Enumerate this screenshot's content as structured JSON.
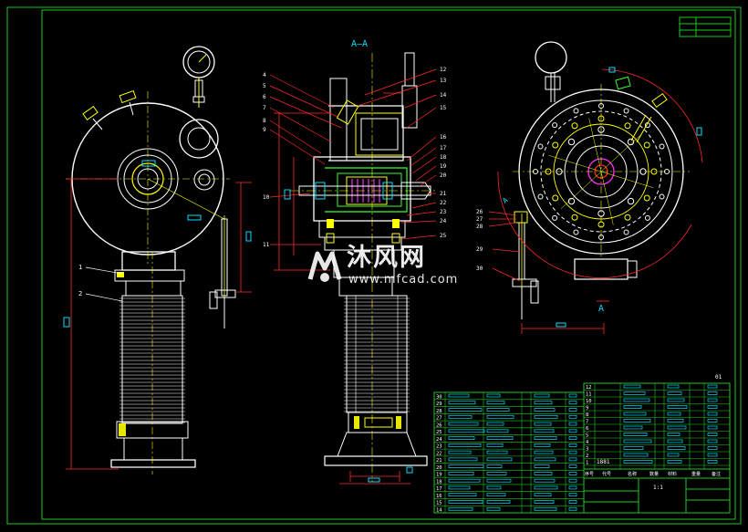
{
  "section_label": "A–A",
  "view_label": "A",
  "view_arrow_label": "A",
  "callouts_left": [
    "1",
    "2"
  ],
  "callouts_middle_left": [
    "4",
    "5",
    "6",
    "7",
    "8",
    "9",
    "10",
    "11"
  ],
  "callouts_middle_right": [
    "12",
    "13",
    "14",
    "15",
    "16",
    "17",
    "18",
    "19",
    "20",
    "21",
    "22",
    "23",
    "24",
    "25"
  ],
  "callouts_right": [
    "26",
    "27",
    "28",
    "29",
    "30"
  ],
  "bom_left_rows": [
    "30",
    "29",
    "28",
    "27",
    "26",
    "25",
    "24",
    "23",
    "22",
    "21",
    "20",
    "19",
    "18",
    "17",
    "16",
    "15",
    "14"
  ],
  "bom_right_rows": [
    "12",
    "11",
    "10",
    "9",
    "8",
    "7",
    "6",
    "5",
    "4",
    "3",
    "2",
    "1"
  ],
  "bom_header": [
    "序号",
    "代号",
    "名称",
    "数量",
    "材料",
    "重量",
    "备注"
  ],
  "sheet_mark": "01",
  "bom_mid_text": "1881",
  "title_scale": "1:1",
  "watermark": {
    "name": "沐风网",
    "url": "www.mfcad.com"
  },
  "colors": {
    "frame": "#1ec81e",
    "geometry": "#ffffff",
    "centerline": "#ffff00",
    "dimension": "#ff2a2a",
    "leader": "#ff2a2a",
    "accent_cyan": "#00e0ff",
    "accent_magenta": "#ff33ff",
    "accent_green": "#33ff33"
  }
}
